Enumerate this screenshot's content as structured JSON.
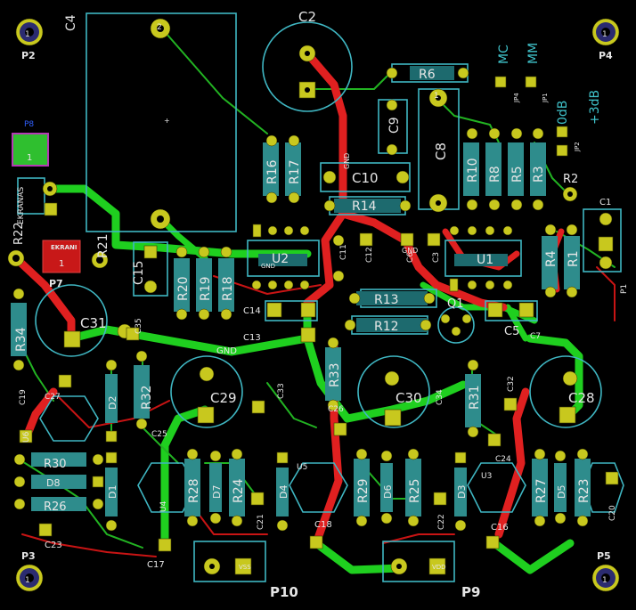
{
  "board": {
    "background": "#000000",
    "silk_color": "#e6e6e6",
    "outline_color": "#3fb6c2",
    "top_copper": "#e02020",
    "bottom_copper": "#1fcf1f",
    "pad_color": "#c8c81e"
  },
  "connectors": {
    "p2": "P2",
    "p4": "P4",
    "p3": "P3",
    "p5": "P5",
    "p7": "P7",
    "p9": "P9",
    "p10": "P10",
    "p1": "P1"
  },
  "capacitors": {
    "c2": "C2",
    "c4": "C4",
    "c8": "C8",
    "c9": "C9",
    "c10": "C10",
    "c11": "C11",
    "c12": "C12",
    "c13": "C13",
    "c14": "C14",
    "c15": "C15",
    "c16": "C16",
    "c17": "C17",
    "c18": "C18",
    "c19": "C19",
    "c20": "C20",
    "c21": "C21",
    "c22": "C22",
    "c23": "C23",
    "c24": "C24",
    "c25": "C25",
    "c26": "C26",
    "c27": "C27",
    "c28": "C28",
    "c29": "C29",
    "c30": "C30",
    "c31": "C31",
    "c32": "C32",
    "c33": "C33",
    "c34": "C34",
    "c35": "C35",
    "c5": "C5",
    "c6": "C6",
    "c1": "C1",
    "c3": "C3",
    "c7": "C7"
  },
  "resistors": {
    "r1": "R1",
    "r2": "R2",
    "r3": "R3",
    "r4": "R4",
    "r5": "R5",
    "r6": "R6",
    "r8": "R8",
    "r10": "R10",
    "r12": "R12",
    "r13": "R13",
    "r14": "R14",
    "r16": "R16",
    "r17": "R17",
    "r18": "R18",
    "r19": "R19",
    "r20": "R20",
    "r21": "R21",
    "r22": "R22",
    "r23": "R23",
    "r24": "R24",
    "r25": "R25",
    "r26": "R26",
    "r27": "R27",
    "r28": "R28",
    "r29": "R29",
    "r30": "R30",
    "r31": "R31",
    "r32": "R32",
    "r33": "R33",
    "r34": "R34"
  },
  "diodes": {
    "d1": "D1",
    "d2": "D2",
    "d3": "D3",
    "d4": "D4",
    "d5": "D5",
    "d6": "D6",
    "d7": "D7",
    "d8": "D8"
  },
  "ics": {
    "u1": "U1",
    "u2": "U2",
    "u3": "U3",
    "u4": "U4",
    "u5": "U5",
    "u6": "U6",
    "q1": "Q1"
  },
  "jumpers": {
    "jp1": "JP1",
    "jp2": "JP2",
    "jp4": "JP4"
  },
  "labels": {
    "mc": "MC",
    "mm": "MM",
    "odb": "0dB",
    "plus3db": "+3dB",
    "gnd": "GND",
    "ekrani": "EKRANI",
    "ekranas": "EKRANAS",
    "vss": "VSS",
    "vdd": "VDD",
    "one": "1",
    "two": "2",
    "p8": "P8"
  }
}
